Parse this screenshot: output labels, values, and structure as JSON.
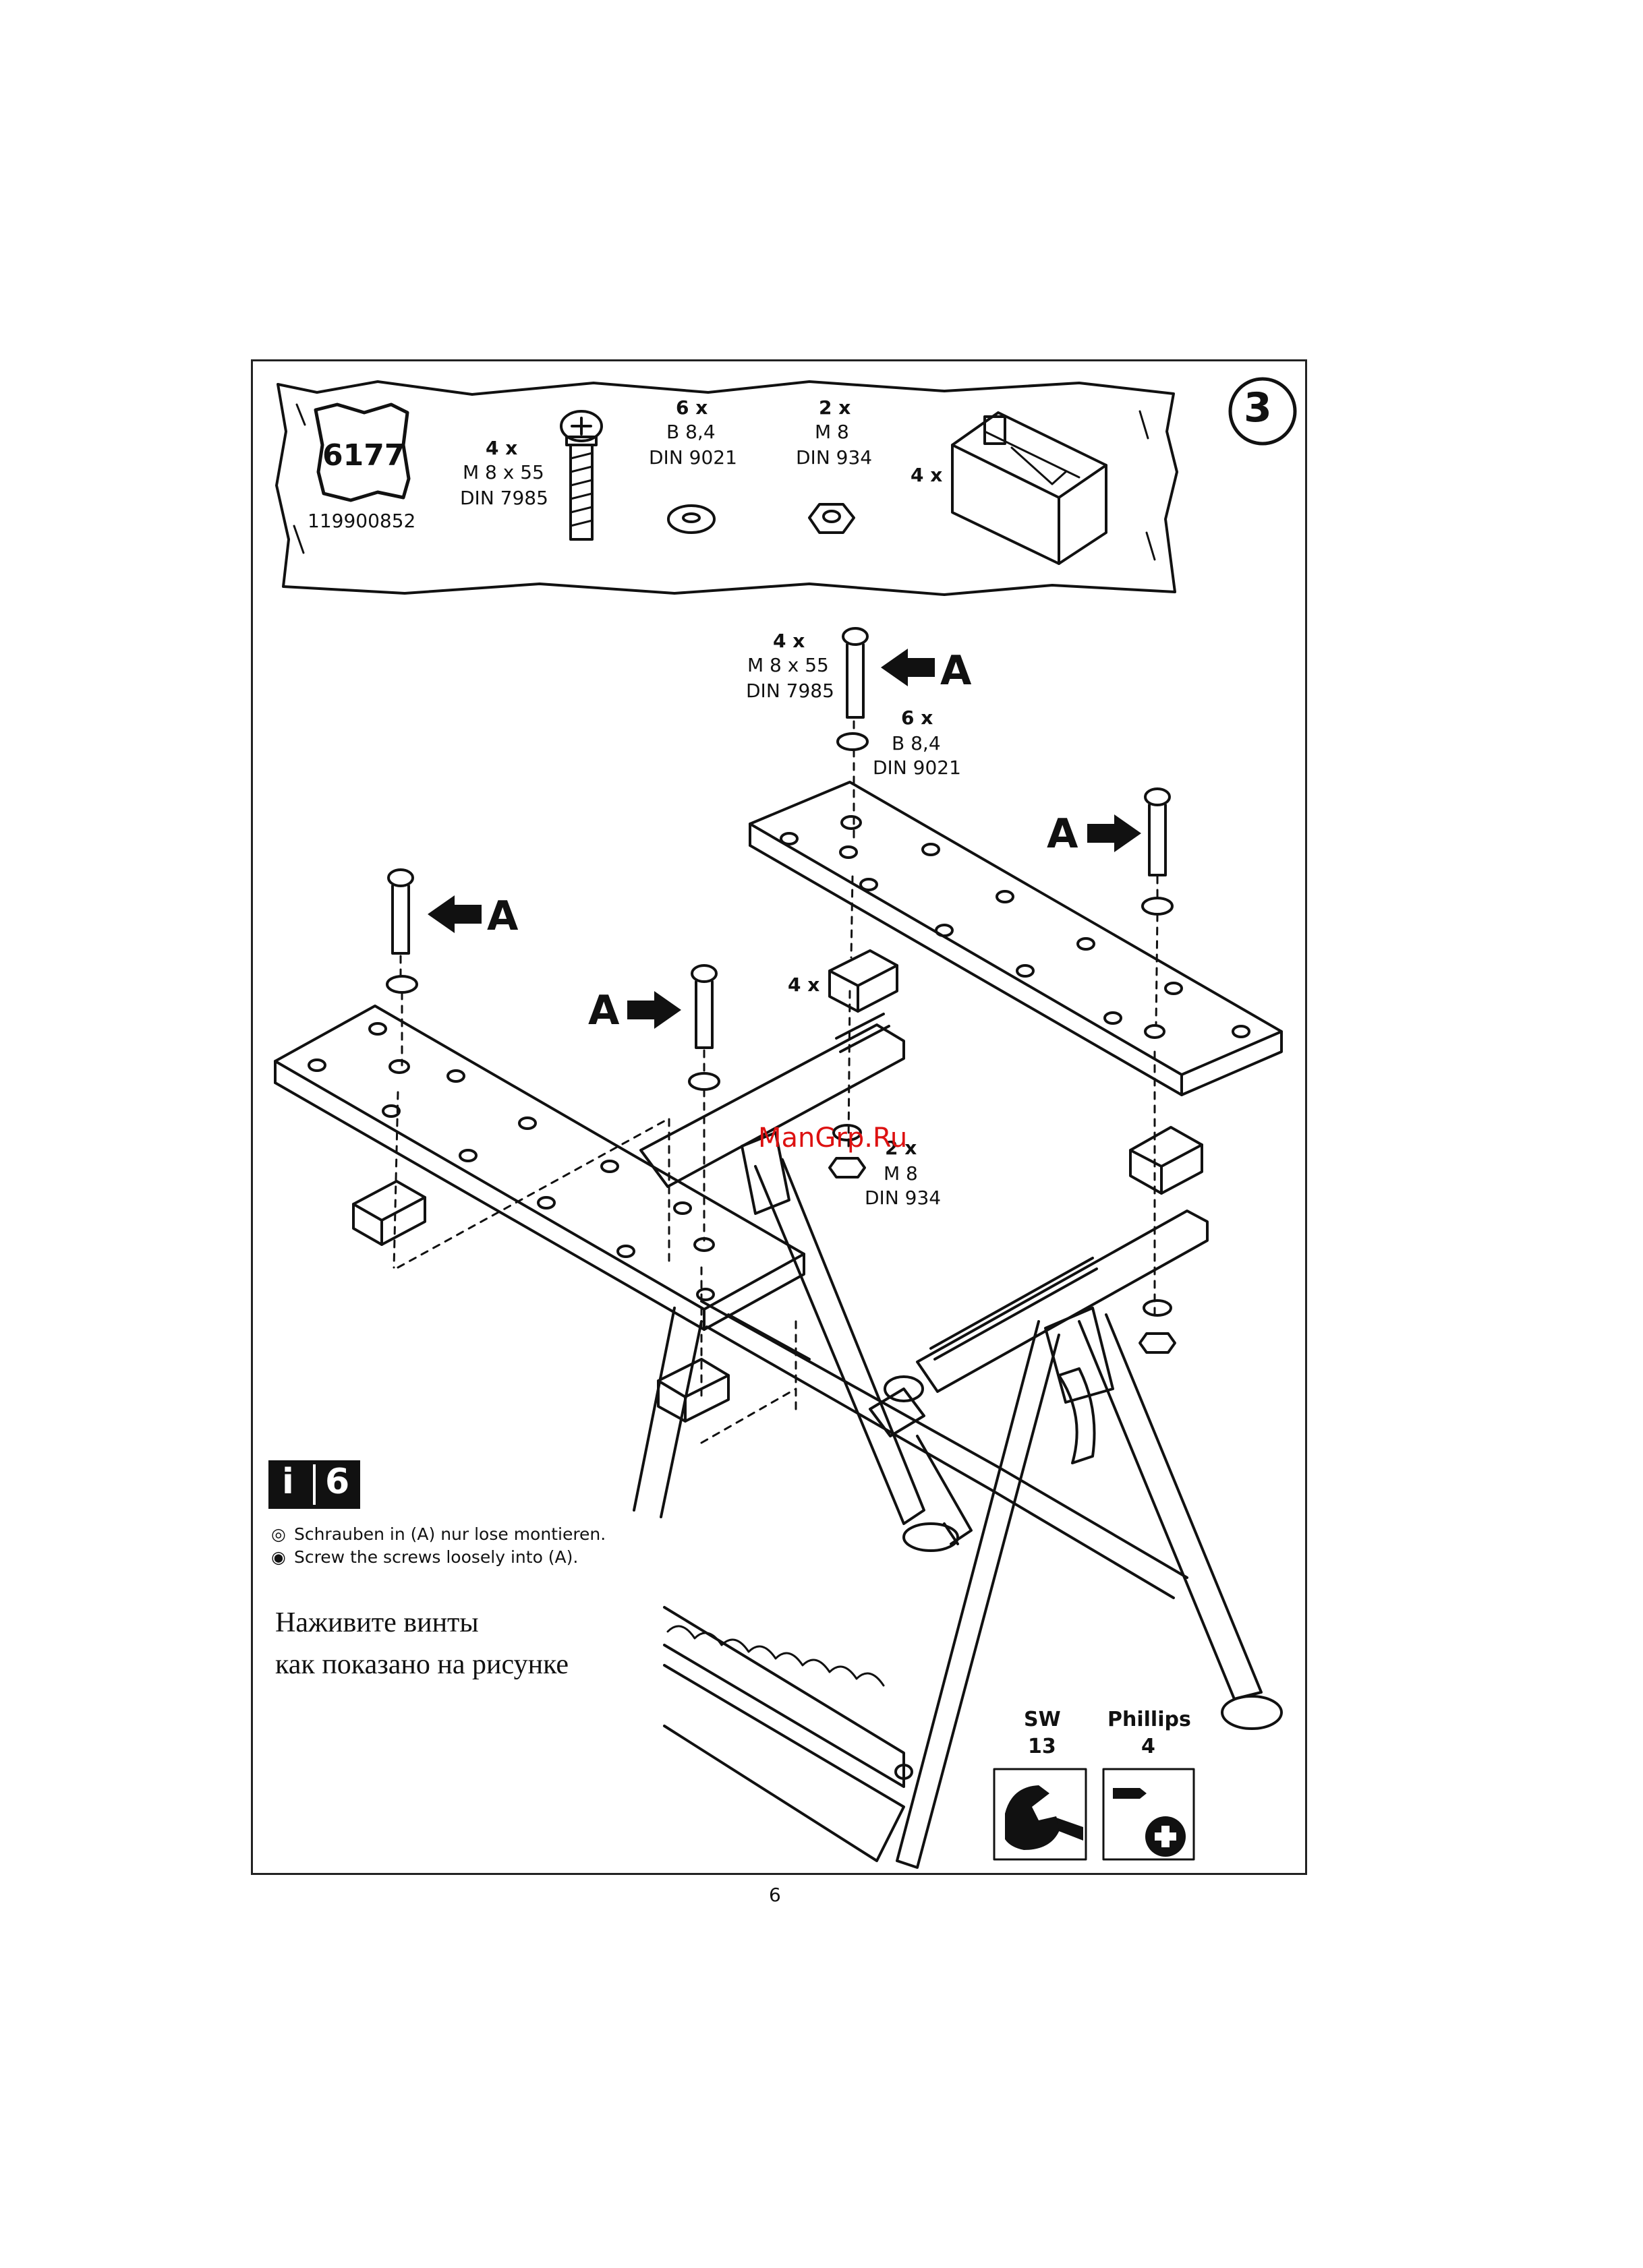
{
  "step_number": "3",
  "part_bag": {
    "number": "6177",
    "code": "119900852"
  },
  "parts": {
    "screw": {
      "qty": "4 x",
      "size": "M 8 x 55",
      "std": "DIN 7985"
    },
    "washer": {
      "qty": "6 x",
      "size": "B 8,4",
      "std": "DIN 9021"
    },
    "nut": {
      "qty": "2 x",
      "size": "M 8",
      "std": "DIN 934"
    },
    "block": {
      "qty": "4 x"
    }
  },
  "diagram": {
    "screw_callout": {
      "qty": "4 x",
      "size": "M 8 x 55",
      "std": "DIN 7985"
    },
    "washer_callout": {
      "qty": "6 x",
      "size": "B 8,4",
      "std": "DIN 9021"
    },
    "block_callout": {
      "qty": "4 x"
    },
    "nut_callout": {
      "qty": "2 x",
      "size": "M 8",
      "std": "DIN 934"
    },
    "arrow_label": "A"
  },
  "info_badge": {
    "i": "i",
    "num": "6"
  },
  "notes": {
    "de": "Schrauben in (A) nur lose montieren.",
    "en": "Screw the screws loosely into (A).",
    "ru_line1": "Наживите винты",
    "ru_line2": "как показано на рисунке"
  },
  "tools": {
    "wrench": {
      "label": "SW",
      "size": "13"
    },
    "screwdriver": {
      "label": "Phillips",
      "size": "4"
    }
  },
  "watermark": "ManGrp.Ru",
  "page_number": "6"
}
